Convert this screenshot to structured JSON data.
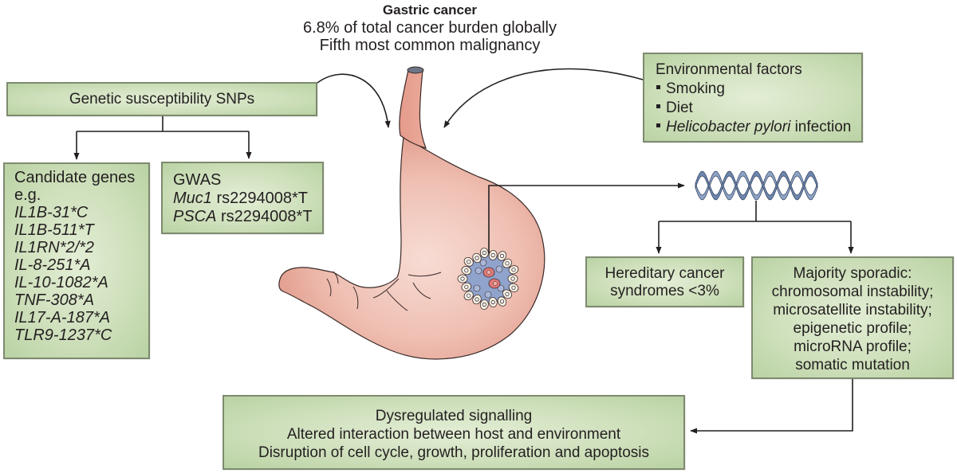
{
  "title": {
    "heading": "Gastric cancer",
    "line1": "6.8% of total cancer burden globally",
    "line2": "Fifth most common malignancy"
  },
  "genetic_snps": {
    "label": "Genetic susceptibility SNPs"
  },
  "candidate_genes": {
    "heading": "Candidate genes",
    "eg": "e.g.",
    "genes": [
      "IL1B-31*C",
      "IL1B-511*T",
      "IL1RN*2/*2",
      "IL-8-251*A",
      "IL-10-1082*A",
      "TNF-308*A",
      "IL17-A-187*A",
      "TLR9-1237*C"
    ]
  },
  "gwas": {
    "heading": "GWAS",
    "items": [
      {
        "gene": "Muc1",
        "variant": " rs2294008*T"
      },
      {
        "gene": "PSCA",
        "variant": " rs2294008*T"
      }
    ]
  },
  "environmental": {
    "heading": "Environmental factors",
    "items": [
      {
        "italic": "",
        "text": "Smoking"
      },
      {
        "italic": "",
        "text": "Diet"
      },
      {
        "italic": "Helicobacter pylori",
        "text": " infection"
      }
    ]
  },
  "hereditary": {
    "lines": [
      "Hereditary cancer",
      "syndromes <3%"
    ]
  },
  "sporadic": {
    "lines": [
      "Majority sporadic:",
      "chromosomal instability;",
      "microsatellite instability;",
      "epigenetic profile;",
      "microRNA profile;",
      "somatic mutation"
    ]
  },
  "signalling": {
    "lines": [
      "Dysregulated signalling",
      "Altered interaction between host and environment",
      "Disruption of cell cycle, growth, proliferation and apoptosis"
    ]
  },
  "illustrations": {
    "stomach": "stomach-illustration",
    "tumor": "tumor-cell-cluster",
    "dna": "dna-double-helix"
  },
  "colors": {
    "box_fill": "#cfe0bc",
    "box_border": "#7e8a6f",
    "stomach": "#e8a596",
    "dna": "#7b93b8",
    "arrow": "#231f20"
  }
}
